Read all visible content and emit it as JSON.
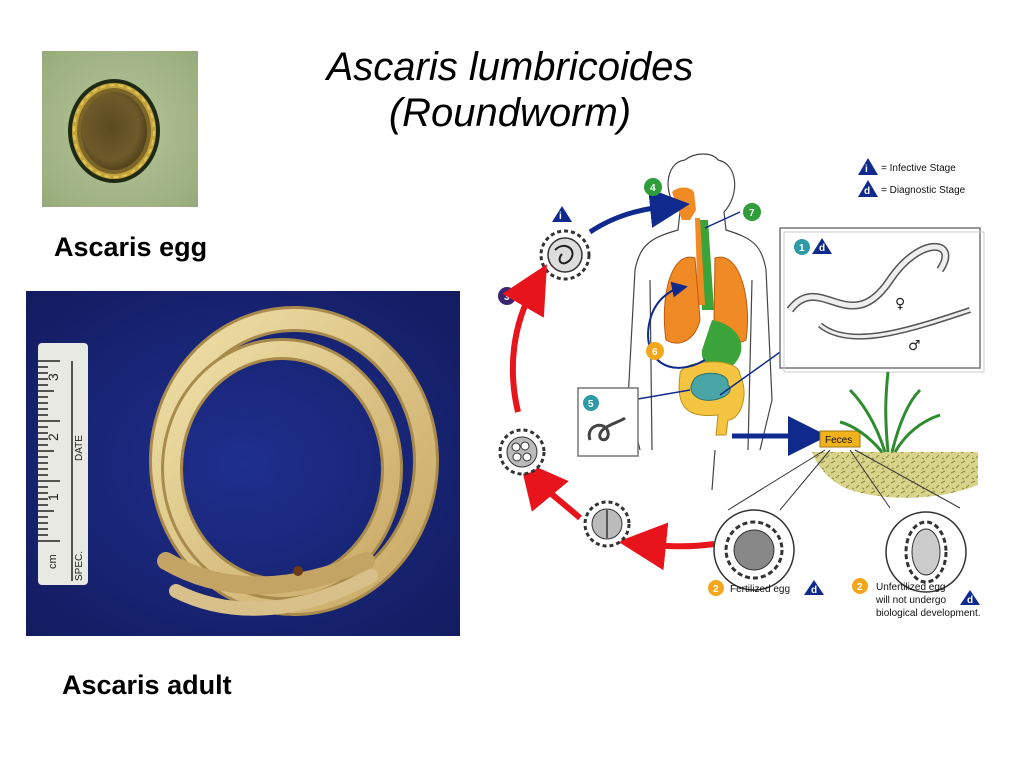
{
  "title": {
    "line1": "Ascaris lumbricoides",
    "line2": "(Roundworm)"
  },
  "labels": {
    "egg": "Ascaris egg",
    "adult": "Ascaris adult"
  },
  "ruler": {
    "numbers": [
      "3",
      "2",
      "1"
    ],
    "cm": "cm",
    "spec": "SPEC.",
    "date": "DATE"
  },
  "lifecycle": {
    "legend": {
      "infective_symbol": "i",
      "infective": "= Infective Stage",
      "diagnostic_symbol": "d",
      "diagnostic": "= Diagnostic Stage"
    },
    "feces": "Feces",
    "fertilized_egg": "Fertilized egg",
    "unfertilized_line1": "Unfertilized egg",
    "unfertilized_line2": "will not undergo",
    "unfertilized_line3": "biological development.",
    "female_symbol": "♀",
    "male_symbol": "♂",
    "steps": [
      {
        "num": "1"
      },
      {
        "num": "2"
      },
      {
        "num": "2"
      },
      {
        "num": "3"
      },
      {
        "num": "4"
      },
      {
        "num": "5"
      },
      {
        "num": "6"
      },
      {
        "num": "7"
      }
    ],
    "colors": {
      "blue_arrow": "#0f2a8c",
      "red_arrow": "#e8141c",
      "teal_badge": "#2e9aa6",
      "orange_badge": "#f4a71d",
      "purple_badge": "#3b2470",
      "green_badge": "#2f9d3a",
      "feces_box": "#f2b21c",
      "soil": "#d9d48c",
      "lungs": "#f08a24",
      "intestine": "#f5c542",
      "stomach": "#3aa33a",
      "small_intestine": "#4aa6a6"
    }
  }
}
